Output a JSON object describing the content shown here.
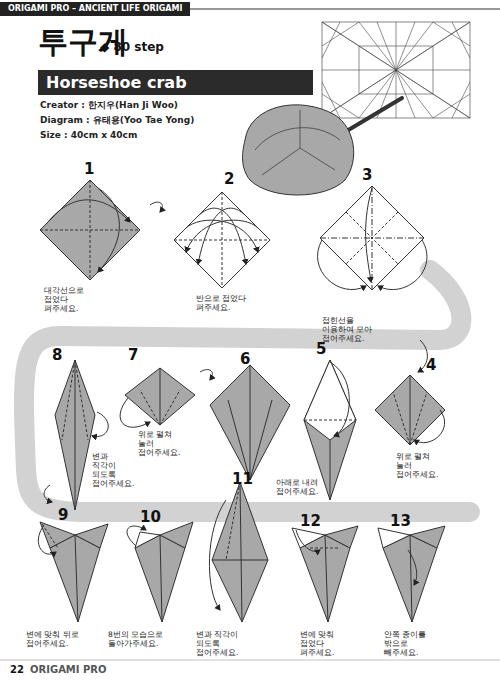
{
  "diagram": {
    "title": "투구게",
    "nodes": [
      {
        "text": [
          "ORIGAMI PRO – ANCIENT LIFE ORIGAMI"
        ]
      },
      {
        "text": [
          "Horseshoe crab"
        ]
      }
    ],
    "labels": [
      "◆ 80 step",
      "Creator : 한지우(Han Ji Woo)",
      "Diagram : 유태용(Yoo Tae Yong)",
      "Size : 40cm x 40cm",
      "1",
      "2",
      "3",
      "4",
      "5",
      "6",
      "7",
      "8",
      "9",
      "10",
      "11",
      "12",
      "13",
      "대각선으로 접었다 펴주세요.",
      "반으로 접었다 펴주세요.",
      "접힌선을 이용하여 모아 접어주세요.",
      "위로 펼쳐 눌러 접어주세요.",
      "아래로 내려 접어주세요.",
      "위로 펼쳐 눌러 접어주세요.",
      "변과 직각이 되도록 접어주세요.",
      "변에 맞춰 뒤로 접어주세요.",
      "8번의 모습으로 돌아가주세요.",
      "변과 직각이 되도록 접어주세요.",
      "변에 맞춰 접었다 펴주세요.",
      "안쪽 종이를 밖으로 빼주세요.",
      "22",
      "ORIGAMI PRO"
    ]
  }
}
